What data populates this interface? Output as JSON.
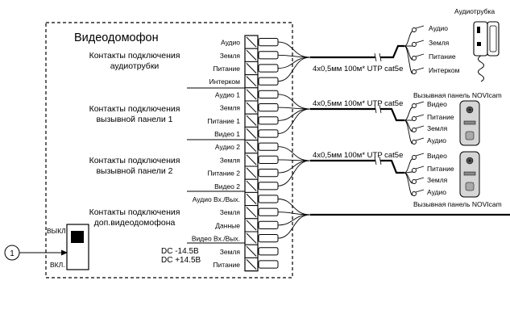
{
  "unit": {
    "title": "Видеодомофон",
    "groups": [
      {
        "label_lines": [
          "Контакты подключения",
          "аудиотрубки"
        ]
      },
      {
        "label_lines": [
          "Контакты подключения",
          "вызывной панели 1"
        ]
      },
      {
        "label_lines": [
          "Контакты подключения",
          "вызывной панели 2"
        ]
      },
      {
        "label_lines": [
          "Контакты подключения",
          "доп.видеодомофона"
        ]
      }
    ],
    "terminals": [
      "Аудио",
      "Земля",
      "Питание",
      "Интерком",
      "Аудио 1",
      "Земля",
      "Питание 1",
      "Видео 1",
      "Аудио 2",
      "Земля",
      "Питание 2",
      "Видео 2",
      "Аудио Вх./Вых.",
      "Земля",
      "Данные",
      "Видео Вх./Вых.",
      "Земля",
      "Питание"
    ],
    "power": {
      "line1": "DC  -14.5В",
      "line2": "DC +14.5В"
    },
    "switch": {
      "off": "ВЫКЛ.",
      "on": "ВКЛ."
    },
    "callout": "1"
  },
  "cables": [
    {
      "label": "4х0,5мм 100м* UTP cat5e"
    },
    {
      "label": "4х0,5мм 100м* UTP cat5e"
    },
    {
      "label": "4х0,5мм 100м* UTP cat5e"
    }
  ],
  "handset": {
    "title": "Аудиотрубка",
    "contacts": [
      "Аудио",
      "Земля",
      "Питание",
      "Интерком"
    ]
  },
  "panel1": {
    "title": "Вызывная панель NOVIcam",
    "contacts": [
      "Видео",
      "Питание",
      "Земля",
      "Аудио"
    ]
  },
  "panel2": {
    "title": "Вызывная панель NOVIcam",
    "contacts": [
      "Видео",
      "Питание",
      "Земля",
      "Аудио"
    ]
  }
}
